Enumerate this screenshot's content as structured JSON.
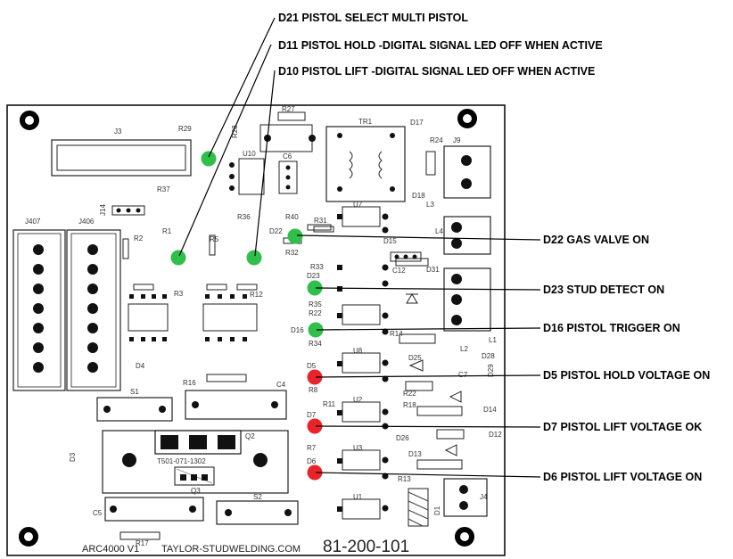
{
  "board": {
    "footer_left": "ARC4000 V1",
    "footer_site": "TAYLOR-STUDWELDING.COM",
    "part_number": "81-200-101",
    "sub_part_label": "T501-071-1302"
  },
  "callouts": {
    "d21": "D21 PISTOL SELECT MULTI PISTOL",
    "d11": "D11 PISTOL HOLD -DIGITAL SIGNAL LED OFF WHEN ACTIVE",
    "d10": "D10 PISTOL LIFT -DIGITAL SIGNAL LED OFF WHEN ACTIVE",
    "d22": "D22 GAS VALVE ON",
    "d23": "D23 STUD DETECT ON",
    "d16": "D16 PISTOL TRIGGER ON",
    "d5": "D5 PISTOL HOLD VOLTAGE ON",
    "d7": "D7 PISTOL LIFT VOLTAGE OK",
    "d6": "D6 PISTOL LIFT VOLTAGE ON"
  },
  "designators": {
    "j3": "J3",
    "j407": "J407",
    "j406": "J406",
    "j9": "J9",
    "j4": "J4",
    "j14": "J14",
    "tr1": "TR1",
    "u10": "U10",
    "u7": "U7",
    "u8": "U8",
    "u2": "U2",
    "u3": "U3",
    "u1": "U1",
    "q2": "Q2",
    "q3": "Q3",
    "s1": "S1",
    "s2": "S2",
    "c4": "C4",
    "c5": "C5",
    "c6": "C6",
    "c7": "C7",
    "c12": "C12",
    "r27": "R27",
    "r29": "R29",
    "r28": "R28",
    "r37": "R37",
    "r40": "R40",
    "r31": "R31",
    "r32": "R32",
    "r33": "R33",
    "r35": "R35",
    "r22": "R22",
    "r34": "R34",
    "r8": "R8",
    "r11": "R11",
    "r7": "R7",
    "r14": "R14",
    "r13": "R13",
    "r16": "R16",
    "r17": "R17",
    "r18": "R18",
    "r24": "R24",
    "r12": "R12",
    "r3": "R3",
    "r2": "R2",
    "r1": "R1",
    "r5": "R5",
    "r36": "R36",
    "d17": "D17",
    "d18": "D18",
    "d15": "D15",
    "d31": "D31",
    "d25": "D25",
    "d26": "D26",
    "d12": "D12",
    "d13": "D13",
    "d14": "D14",
    "d28": "D28",
    "d29": "D29",
    "d1": "D1",
    "d3": "D3",
    "d4": "D4",
    "l1": "L1",
    "l2": "L2",
    "l3": "L3",
    "l4": "L4",
    "d5": "D5",
    "d6": "D6",
    "d7": "D7",
    "d16": "D16",
    "d22": "D22",
    "d23": "D23"
  },
  "leds": {
    "green": "#2fbf4a",
    "red": "#e8232a"
  }
}
